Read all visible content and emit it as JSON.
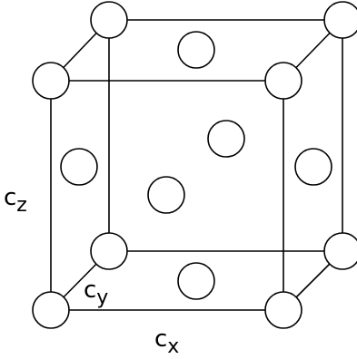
{
  "diagram": {
    "labels": {
      "cz": {
        "main": "c",
        "sub": "z"
      },
      "cy": {
        "main": "c",
        "sub": "y"
      },
      "cx": {
        "main": "c",
        "sub": "x"
      }
    }
  }
}
